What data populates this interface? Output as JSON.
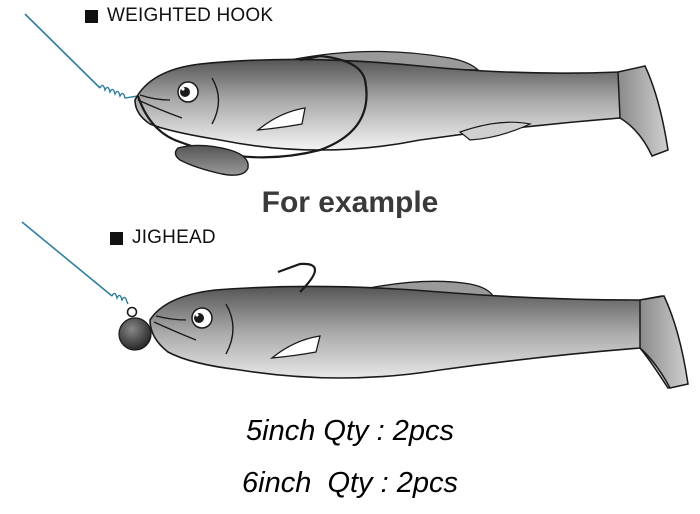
{
  "labels": {
    "weighted_hook": "WEIGHTED HOOK",
    "jighead": "JIGHEAD"
  },
  "title": "For example",
  "quantities": [
    "5inch Qty : 2pcs",
    "6inch  Qty : 2pcs"
  ],
  "colors": {
    "line": "#2e7fa0",
    "body_light": "#f2f2f2",
    "body_dark": "#6b6b6b",
    "outline": "#1a1a1a"
  }
}
